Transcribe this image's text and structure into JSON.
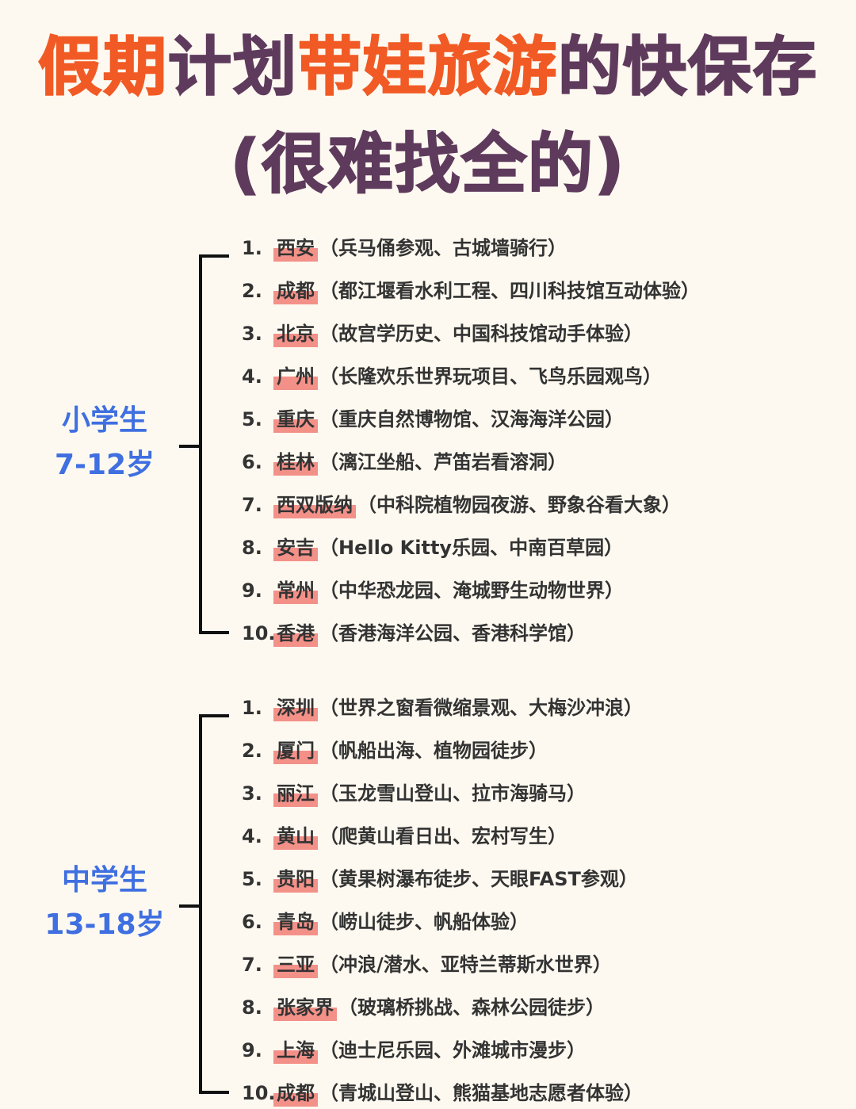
{
  "title": {
    "line1": [
      {
        "text": "假期",
        "color": "orange"
      },
      {
        "text": "计划",
        "color": "purple"
      },
      {
        "text": "带娃旅游",
        "color": "orange"
      },
      {
        "text": "的快保存",
        "color": "purple"
      }
    ],
    "line2": "(很难找全的)"
  },
  "colors": {
    "orange": "#f15a24",
    "purple": "#5e3a5c",
    "label_blue": "#3f6fe0",
    "highlight": "#f39189",
    "background": "#fdf9f0"
  },
  "groups": [
    {
      "label": "小学生",
      "age": "7-12岁",
      "items": [
        {
          "num": "1.",
          "city": "西安",
          "desc": "（兵马俑参观、古城墙骑行）"
        },
        {
          "num": "2.",
          "city": "成都",
          "desc": "（都江堰看水利工程、四川科技馆互动体验）"
        },
        {
          "num": "3.",
          "city": "北京",
          "desc": "（故宫学历史、中国科技馆动手体验）"
        },
        {
          "num": "4.",
          "city": "广州",
          "desc": "（长隆欢乐世界玩项目、飞鸟乐园观鸟）"
        },
        {
          "num": "5.",
          "city": "重庆",
          "desc": "（重庆自然博物馆、汉海海洋公园）"
        },
        {
          "num": "6.",
          "city": "桂林",
          "desc": "（漓江坐船、芦笛岩看溶洞）"
        },
        {
          "num": "7.",
          "city": "西双版纳",
          "desc": "（中科院植物园夜游、野象谷看大象）"
        },
        {
          "num": "8.",
          "city": "安吉",
          "desc": "（Hello Kitty乐园、中南百草园）"
        },
        {
          "num": "9.",
          "city": "常州",
          "desc": "（中华恐龙园、淹城野生动物世界）"
        },
        {
          "num": "10.",
          "city": "香港",
          "desc": "（香港海洋公园、香港科学馆）"
        }
      ]
    },
    {
      "label": "中学生",
      "age": "13-18岁",
      "items": [
        {
          "num": "1.",
          "city": "深圳",
          "desc": "（世界之窗看微缩景观、大梅沙冲浪）"
        },
        {
          "num": "2.",
          "city": "厦门",
          "desc": "（帆船出海、植物园徒步）"
        },
        {
          "num": "3.",
          "city": "丽江",
          "desc": "（玉龙雪山登山、拉市海骑马）"
        },
        {
          "num": "4.",
          "city": "黄山",
          "desc": "（爬黄山看日出、宏村写生）"
        },
        {
          "num": "5.",
          "city": "贵阳",
          "desc": "（黄果树瀑布徒步、天眼FAST参观）"
        },
        {
          "num": "6.",
          "city": "青岛",
          "desc": "（崂山徒步、帆船体验）"
        },
        {
          "num": "7.",
          "city": "三亚",
          "desc": "（冲浪/潜水、亚特兰蒂斯水世界）"
        },
        {
          "num": "8.",
          "city": "张家界",
          "desc": "（玻璃桥挑战、森林公园徒步）"
        },
        {
          "num": "9.",
          "city": "上海",
          "desc": "（迪士尼乐园、外滩城市漫步）"
        },
        {
          "num": "10.",
          "city": "成都",
          "desc": "（青城山登山、熊猫基地志愿者体验）"
        }
      ]
    }
  ]
}
